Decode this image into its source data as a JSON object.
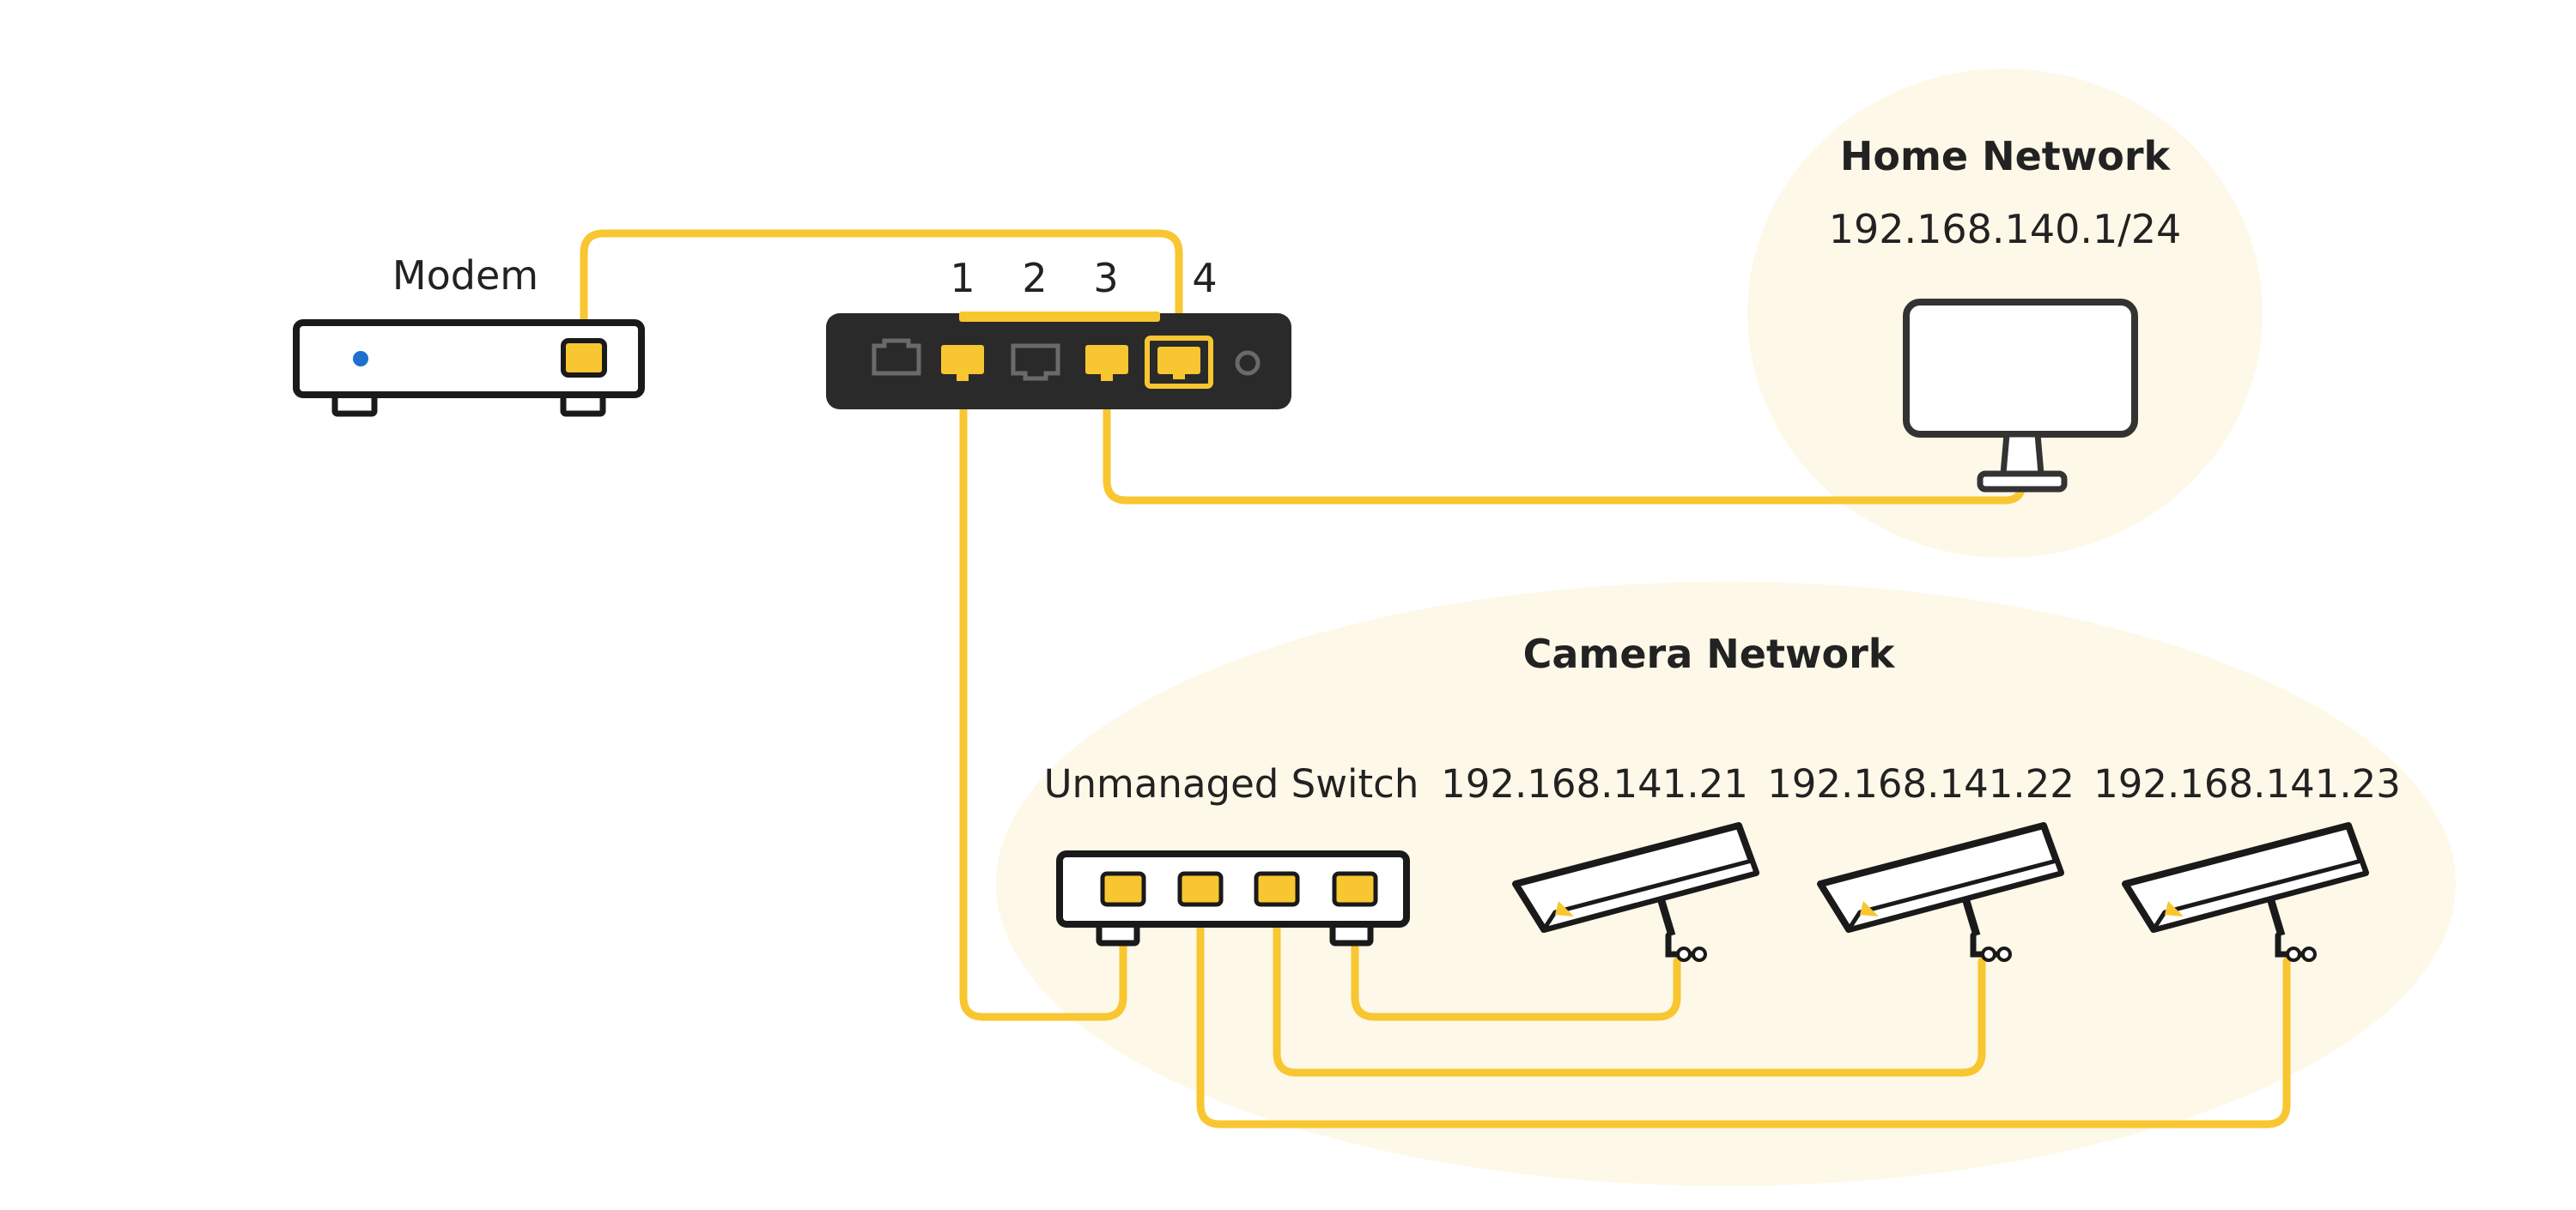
{
  "modem": {
    "label": "Modem"
  },
  "router": {
    "port_labels": [
      "1",
      "2",
      "3",
      "4"
    ]
  },
  "home_network": {
    "title": "Home Network",
    "subnet": "192.168.140.1/24"
  },
  "camera_network": {
    "title": "Camera Network"
  },
  "switch": {
    "label": "Unmanaged Switch"
  },
  "cameras": [
    {
      "ip": "192.168.141.21"
    },
    {
      "ip": "192.168.141.22"
    },
    {
      "ip": "192.168.141.23"
    }
  ],
  "colors": {
    "cable": "#F8C630",
    "region_fill": "#FEF8E8",
    "device_outline": "#1A1A1A",
    "router_body": "#2A2A2A",
    "modem_led": "#1E6FD0"
  }
}
